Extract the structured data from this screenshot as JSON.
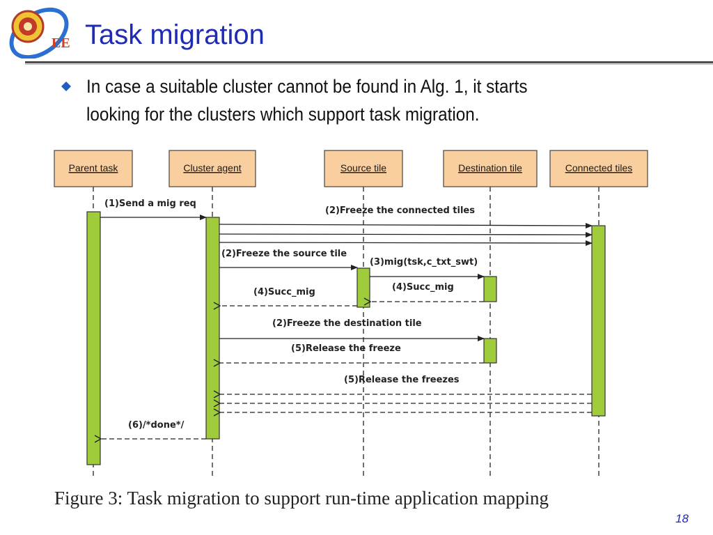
{
  "slide": {
    "title": "Task migration",
    "bullet": "In case a suitable cluster cannot be found in Alg. 1, it starts looking for the clusters which support task migration.",
    "logo_text": "EE",
    "page_number": "18",
    "colors": {
      "title": "#1f2bb5",
      "rule_dark": "#3a3a3a",
      "rule_light": "#c9c9c9",
      "bullet": "#1f5fbf",
      "participant_fill": "#f9cfa0",
      "activation_fill": "#9fcc3b"
    },
    "icons": [
      "university-seal-logo-icon",
      "diamond-bullet-icon"
    ]
  },
  "figure": {
    "caption": "Figure 3: Task migration to support run-time application mapping",
    "participants": [
      "Parent task",
      "Cluster agent",
      "Source tile",
      "Destination tile",
      "Connected tiles"
    ],
    "messages": [
      {
        "label": "(1)Send a mig req",
        "from": "Parent task",
        "to": "Cluster agent",
        "style": "solid"
      },
      {
        "label": "(2)Freeze the connected tiles",
        "from": "Cluster agent",
        "to": "Connected tiles",
        "style": "solid",
        "count": 3
      },
      {
        "label": "(2)Freeze the source tile",
        "from": "Cluster agent",
        "to": "Source tile",
        "style": "solid"
      },
      {
        "label": "(3)mig(tsk,c_txt_swt)",
        "from": "Source tile",
        "to": "Destination tile",
        "style": "solid"
      },
      {
        "label": "(4)Succ_mig",
        "from": "Source tile",
        "to": "Cluster agent",
        "style": "dashed"
      },
      {
        "label": "(4)Succ_mig",
        "from": "Destination tile",
        "to": "Source tile",
        "style": "dashed"
      },
      {
        "label": "(2)Freeze the destination tile",
        "from": "Cluster agent",
        "to": "Destination tile",
        "style": "solid"
      },
      {
        "label": "(5)Release the freeze",
        "from": "Destination tile",
        "to": "Cluster agent",
        "style": "dashed"
      },
      {
        "label": "(5)Release the freezes",
        "from": "Connected tiles",
        "to": "Cluster agent",
        "style": "dashed",
        "count": 3
      },
      {
        "label": "(6)/*done*/",
        "from": "Cluster agent",
        "to": "Parent task",
        "style": "dashed"
      }
    ]
  }
}
